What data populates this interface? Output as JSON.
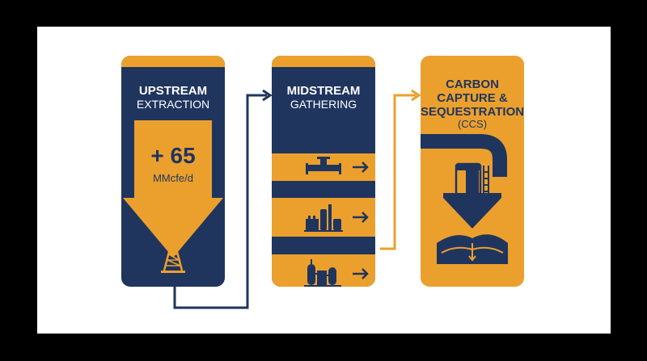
{
  "colors": {
    "navy": "#1f355e",
    "gold": "#eba02e",
    "frame": "#000000",
    "background": "#ffffff"
  },
  "upstream": {
    "title": "UPSTREAM",
    "subtitle": "EXTRACTION",
    "value": "+ 65",
    "unit": "MMcfe/d",
    "icon": "oil-derrick-icon"
  },
  "midstream": {
    "title": "MIDSTREAM",
    "subtitle": "GATHERING",
    "rows": [
      {
        "icon": "pipeline-valve-icon"
      },
      {
        "icon": "processing-plant-icon"
      },
      {
        "icon": "refinery-icon"
      }
    ]
  },
  "ccs": {
    "title_lines": [
      "CARBON",
      "CAPTURE &",
      "SEQUESTRATION"
    ],
    "abbr": "(CCS)",
    "icons": [
      "storage-tank-icon",
      "underground-reservoir-icon"
    ]
  }
}
